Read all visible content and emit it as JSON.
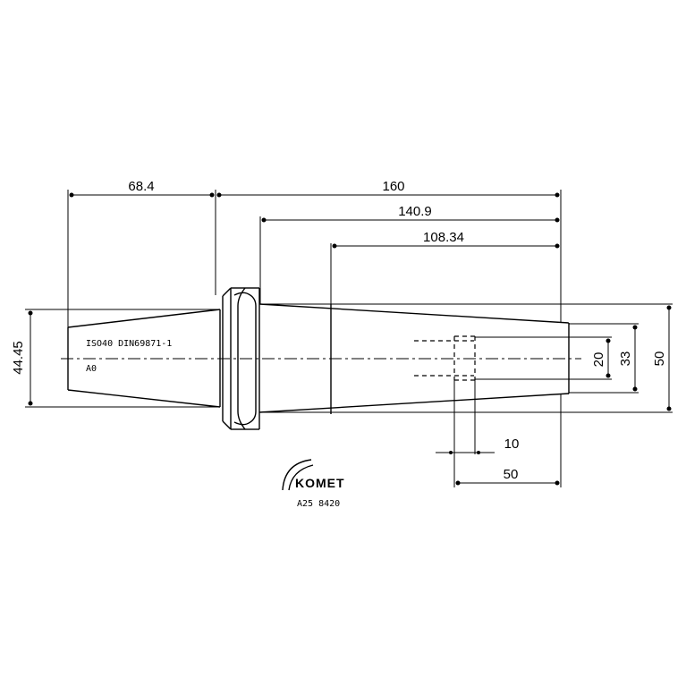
{
  "dimensions": {
    "d1": "68.4",
    "d2": "160",
    "d3": "140.9",
    "d4": "108.34",
    "d5": "44.45",
    "d6": "20",
    "d7": "33",
    "d8": "50",
    "d9": "10",
    "d10": "50"
  },
  "part": {
    "standard": "ISO40 DIN69871-1",
    "form": "A0"
  },
  "logo": {
    "brand": "KOMET",
    "code": "A25 8420"
  }
}
